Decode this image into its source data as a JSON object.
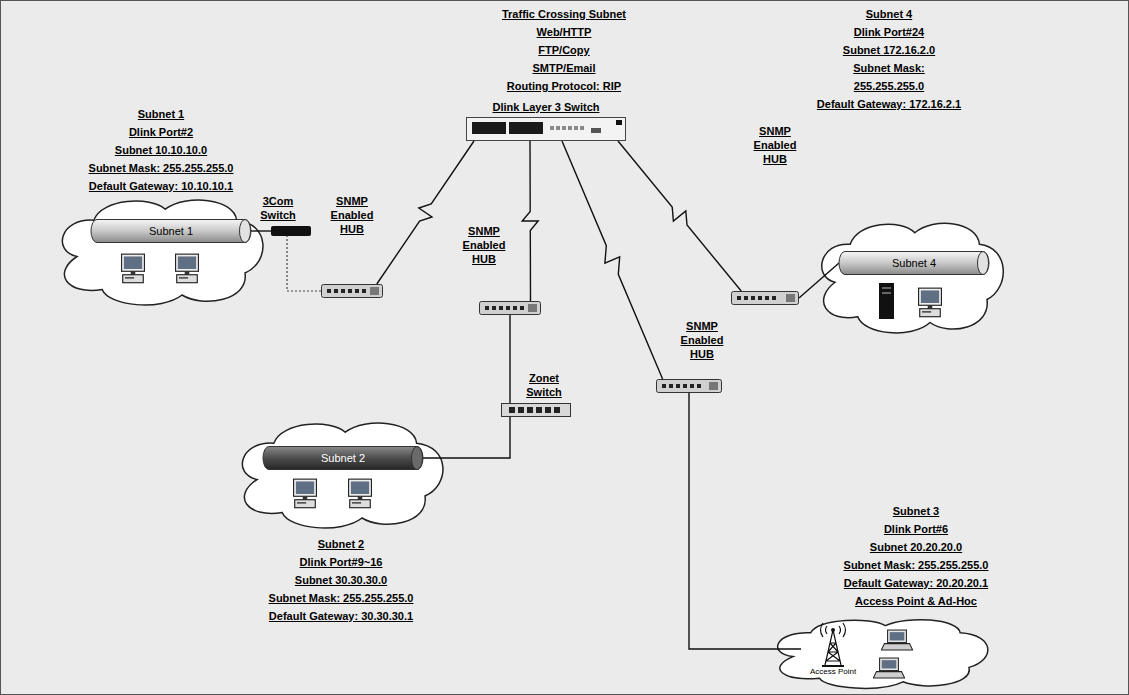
{
  "diagram": {
    "nodes": [
      {
        "text": [
          "Dlink Layer 3 Switch"
        ]
      },
      {
        "text": [
          "Subnet 1"
        ]
      },
      {
        "text": [
          "3Com Switch"
        ]
      },
      {
        "text": [
          "SNMP Enabled HUB"
        ]
      },
      {
        "text": [
          "SNMP Enabled HUB"
        ]
      },
      {
        "text": [
          "SNMP Enabled HUB"
        ]
      },
      {
        "text": [
          "Subnet 4"
        ]
      },
      {
        "text": [
          "Zonet Switch"
        ]
      },
      {
        "text": [
          "SNMP Enabled HUB"
        ]
      },
      {
        "text": [
          "Subnet 2"
        ]
      },
      {
        "text": [
          "Access Point"
        ]
      }
    ],
    "edges": [
      {
        "from": 0,
        "to": 3,
        "arrow": "none"
      },
      {
        "from": 3,
        "to": 2,
        "arrow": "none"
      },
      {
        "from": 2,
        "to": 1,
        "arrow": "none"
      },
      {
        "from": 0,
        "to": 4,
        "arrow": "none"
      },
      {
        "from": 4,
        "to": 7,
        "arrow": "none"
      },
      {
        "from": 7,
        "to": 9,
        "arrow": "none"
      },
      {
        "from": 0,
        "to": 8,
        "arrow": "none"
      },
      {
        "from": 8,
        "to": 10,
        "arrow": "none"
      },
      {
        "from": 0,
        "to": 5,
        "arrow": "none"
      },
      {
        "from": 5,
        "to": 6,
        "arrow": "none"
      }
    ],
    "labels": [
      "Traffic Crossing Subnet",
      "Web/HTTP",
      "FTP/Copy",
      "SMTP/Email",
      "Routing Protocol: RIP",
      "Subnet 1",
      "Dlink Port#2",
      "Subnet 10.10.10.0",
      "Subnet Mask: 255.255.255.0",
      "Default Gateway: 10.10.10.1",
      "Subnet 4",
      "Dlink Port#24",
      "Subnet 172.16.2.0",
      "Subnet Mask:",
      "255.255.255.0",
      "Default Gateway: 172.16.2.1",
      "Subnet 3",
      "Dlink Port#6",
      "Subnet 20.20.20.0",
      "Subnet Mask: 255.255.255.0",
      "Default Gateway: 20.20.20.1",
      "Access Point & Ad-Hoc",
      "Subnet 2",
      "Dlink Port#9~16",
      "Subnet 30.30.30.0",
      "Subnet Mask: 255.255.255.0",
      "Default Gateway: 30.30.30.1"
    ]
  }
}
